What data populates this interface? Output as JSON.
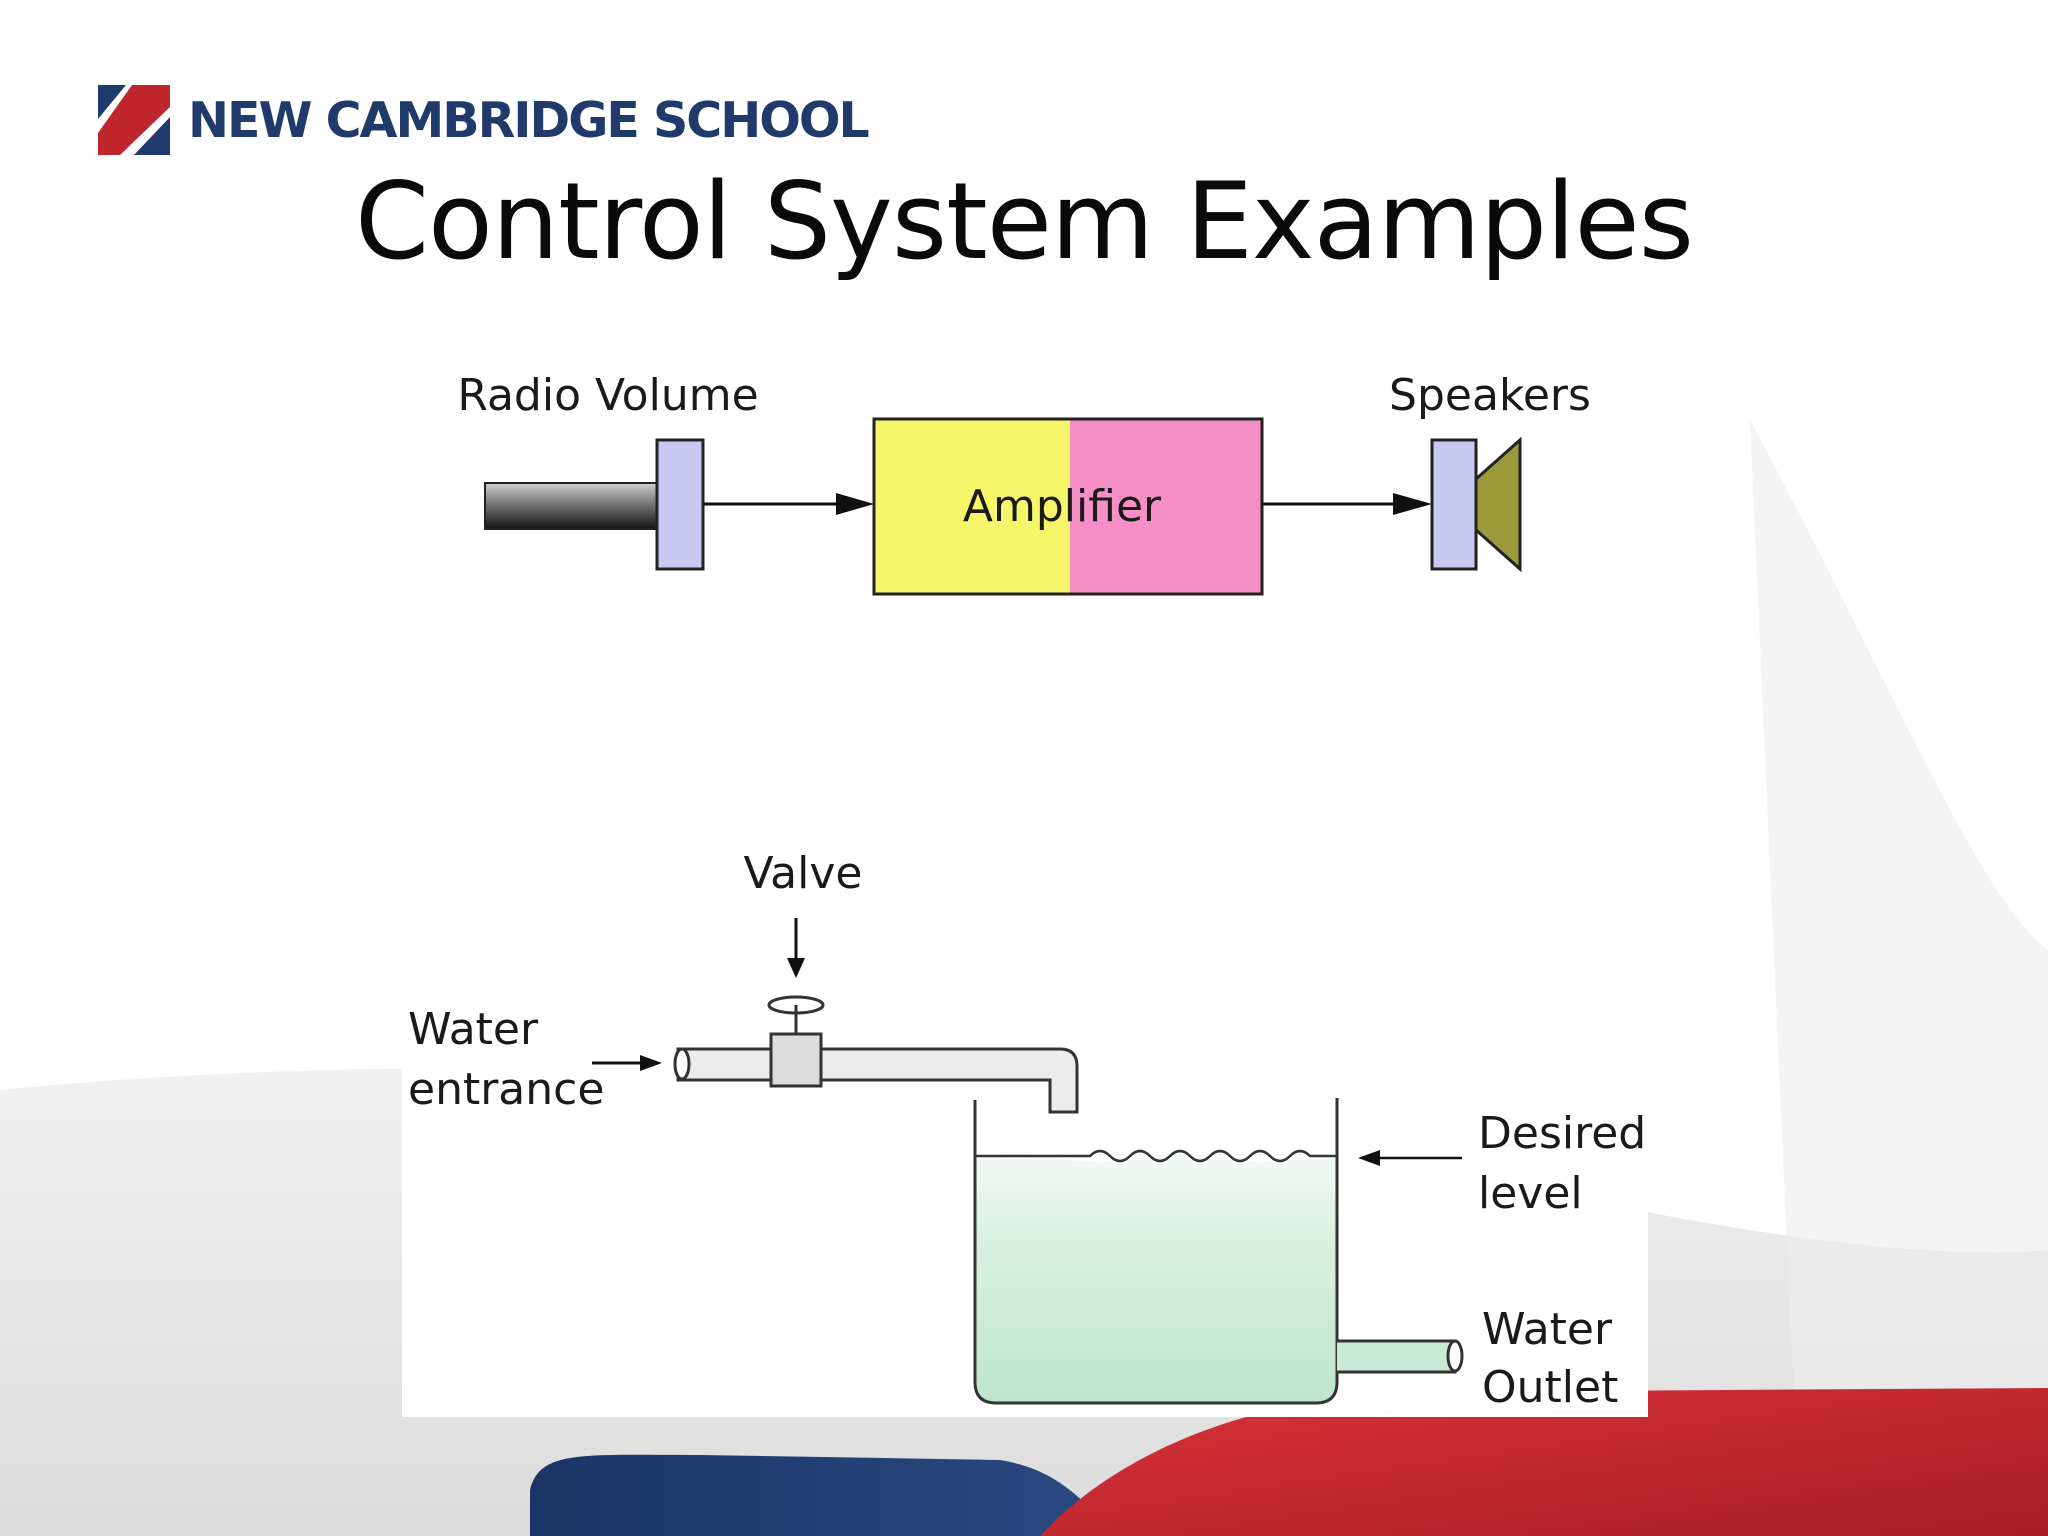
{
  "slide": {
    "logo_text": "NEW CAMBRIDGE SCHOOL",
    "title": "Control System Examples"
  },
  "amplifier_diagram": {
    "input_label": "Radio Volume",
    "block_label": "Amplifier",
    "output_label": "Speakers"
  },
  "tank_diagram": {
    "valve_label": "Valve",
    "inlet_label_line1": "Water",
    "inlet_label_line2": "entrance",
    "level_label_line1": "Desired",
    "level_label_line2": "level",
    "outlet_label_line1": "Water",
    "outlet_label_line2": "Outlet"
  },
  "colors": {
    "brand_navy": "#1f3a6b",
    "brand_red": "#c0262d",
    "amplifier_yellow": "#f7f56a",
    "amplifier_pink": "#f78fc7",
    "water_green": "#c9ead7"
  }
}
